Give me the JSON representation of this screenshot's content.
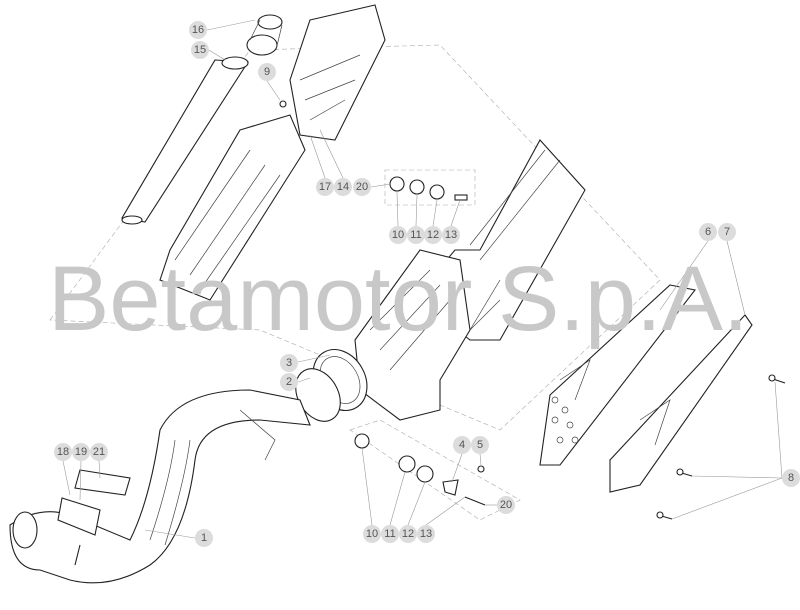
{
  "watermark": "Betamotor S.p.A.",
  "callouts": {
    "c16": "16",
    "c15": "15",
    "c9": "9",
    "c17": "17",
    "c14": "14",
    "c20a": "20",
    "c10a": "10",
    "c11a": "11",
    "c12a": "12",
    "c13a": "13",
    "c6": "6",
    "c7": "7",
    "c3": "3",
    "c2": "2",
    "c8": "8",
    "c4": "4",
    "c5": "5",
    "c20b": "20",
    "c18": "18",
    "c19": "19",
    "c21": "21",
    "c1": "1",
    "c10b": "10",
    "c11b": "11",
    "c12b": "12",
    "c13b": "13"
  }
}
